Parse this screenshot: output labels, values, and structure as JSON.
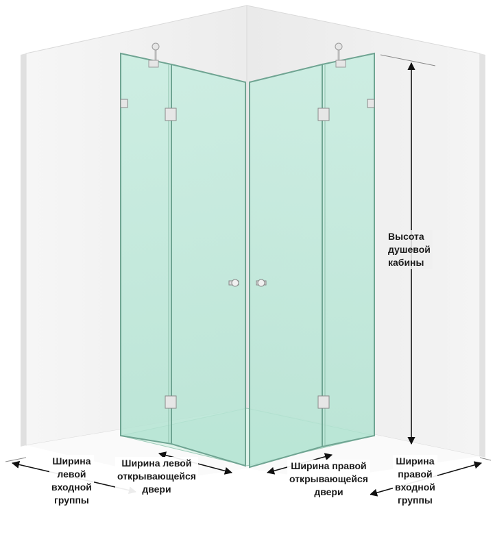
{
  "labels": {
    "height": [
      "Высота",
      "душевой",
      "кабины"
    ],
    "left_entry_width": [
      "Ширина",
      "левой",
      "входной",
      "группы"
    ],
    "left_door_width": [
      "Ширина левой",
      "открывающейся",
      "двери"
    ],
    "right_door_width": [
      "Ширина правой",
      "открывающейся",
      "двери"
    ],
    "right_entry_width": [
      "Ширина",
      "правой",
      "входной",
      "группы"
    ]
  },
  "colors": {
    "glass": "#bfe8d8",
    "glass_edge": "#7fae9d",
    "wall": "#f2f2f2",
    "wall_shadow": "#e4e4e4",
    "arrow": "#111111",
    "hardware": "#d9d9d9"
  },
  "icons": [
    "hinge-icon",
    "door-knob-icon",
    "wall-mount-icon",
    "dimension-arrow-icon"
  ]
}
